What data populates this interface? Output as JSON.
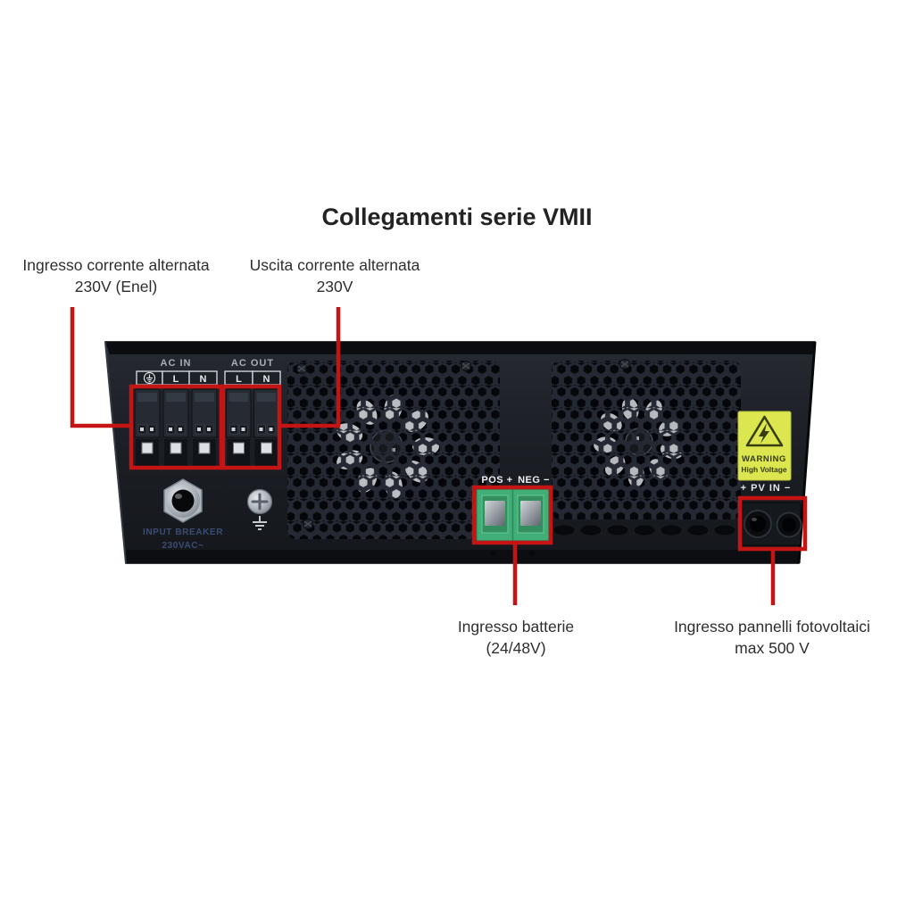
{
  "title": "Collegamenti serie VMII",
  "callouts": {
    "ac_in": {
      "line1": "Ingresso corrente alternata",
      "line2": "230V (Enel)"
    },
    "ac_out": {
      "line1": "Uscita corrente alternata",
      "line2": "230V"
    },
    "battery": {
      "line1": "Ingresso batterie",
      "line2": "(24/48V)"
    },
    "pv": {
      "line1": "Ingresso pannelli fotovoltaici",
      "line2": "max 500 V"
    }
  },
  "panel": {
    "ac_in": {
      "label": "AC IN",
      "ground_symbol": "⏚",
      "l": "L",
      "n": "N"
    },
    "ac_out": {
      "label": "AC OUT",
      "l": "L",
      "n": "N"
    },
    "breaker": {
      "line1": "INPUT BREAKER",
      "line2": "230VAC~"
    },
    "battery": {
      "pos": "POS +",
      "neg": "NEG −"
    },
    "warning": {
      "line1": "WARNING",
      "line2": "High Voltage"
    },
    "pv_header": "+ PV IN −"
  },
  "colors": {
    "callout_red": "#c41414",
    "panel_dark": "#1a1d23",
    "warning_yellow": "#dce750",
    "battery_green": "#41ad77",
    "background": "#ffffff"
  }
}
